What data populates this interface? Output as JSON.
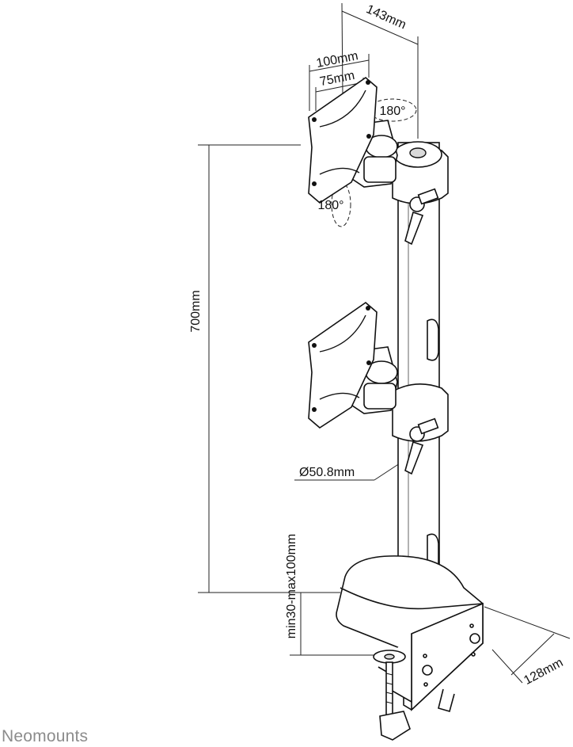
{
  "brand": "Neomounts",
  "dimensions": {
    "arm_offset": "143mm",
    "vesa_large": "100mm",
    "vesa_small": "75mm",
    "rotate_top": "180°",
    "rotate_side": "180°",
    "height": "700mm",
    "pole_diameter": "Ø50.8mm",
    "clamp_range": "min30-max100mm",
    "base_depth": "128mm"
  }
}
